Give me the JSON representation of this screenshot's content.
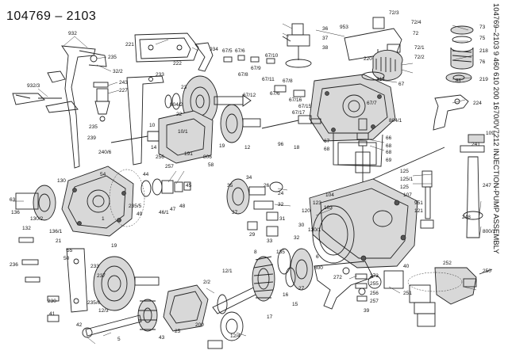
{
  "header": {
    "title": "104769 – 2103",
    "side_title": "104769–2103  9 460 610 200  1670/0V7212  INJECTION-PUMP ASSEMBLY"
  },
  "callouts": [
    {
      "id": "c1",
      "t": "932"
    },
    {
      "id": "c2",
      "t": "221"
    },
    {
      "id": "c3",
      "t": "222"
    },
    {
      "id": "c4",
      "t": "934"
    },
    {
      "id": "c5",
      "t": "235"
    },
    {
      "id": "c6",
      "t": "32/2"
    },
    {
      "id": "c7",
      "t": "932/3"
    },
    {
      "id": "c8",
      "t": "243"
    },
    {
      "id": "c9",
      "t": "227"
    },
    {
      "id": "c10",
      "t": "23"
    },
    {
      "id": "c11",
      "t": "22"
    },
    {
      "id": "c12",
      "t": "233"
    },
    {
      "id": "c13",
      "t": "804/2"
    },
    {
      "id": "c14",
      "t": "67/5"
    },
    {
      "id": "c15",
      "t": "67/6"
    },
    {
      "id": "c16",
      "t": "67/8"
    },
    {
      "id": "c17",
      "t": "67/9"
    },
    {
      "id": "c18",
      "t": "67/12"
    },
    {
      "id": "c19",
      "t": "67/11"
    },
    {
      "id": "c20",
      "t": "67/10"
    },
    {
      "id": "c21",
      "t": "67/8"
    },
    {
      "id": "c22",
      "t": "36"
    },
    {
      "id": "c23",
      "t": "37"
    },
    {
      "id": "c24",
      "t": "38"
    },
    {
      "id": "c25",
      "t": "953"
    },
    {
      "id": "c26",
      "t": "72/3"
    },
    {
      "id": "c27",
      "t": "72/4"
    },
    {
      "id": "c28",
      "t": "72"
    },
    {
      "id": "c29",
      "t": "72/1"
    },
    {
      "id": "c30",
      "t": "72/2"
    },
    {
      "id": "c31",
      "t": "220"
    },
    {
      "id": "c32",
      "t": "214"
    },
    {
      "id": "c33",
      "t": "73"
    },
    {
      "id": "c34",
      "t": "75"
    },
    {
      "id": "c35",
      "t": "218"
    },
    {
      "id": "c36",
      "t": "76"
    },
    {
      "id": "c37",
      "t": "219"
    },
    {
      "id": "c38",
      "t": "67"
    },
    {
      "id": "c39",
      "t": "81"
    },
    {
      "id": "c40",
      "t": "224"
    },
    {
      "id": "c41",
      "t": "67/16"
    },
    {
      "id": "c42",
      "t": "67/6"
    },
    {
      "id": "c43",
      "t": "67/15"
    },
    {
      "id": "c44",
      "t": "67/17"
    },
    {
      "id": "c45",
      "t": "67/7"
    },
    {
      "id": "c46",
      "t": "804/1"
    },
    {
      "id": "c47",
      "t": "66"
    },
    {
      "id": "c48",
      "t": "68"
    },
    {
      "id": "c49",
      "t": "68"
    },
    {
      "id": "c50",
      "t": "69"
    },
    {
      "id": "c51",
      "t": "10"
    },
    {
      "id": "c52",
      "t": "14"
    },
    {
      "id": "c53",
      "t": "806"
    },
    {
      "id": "c54",
      "t": "10/1"
    },
    {
      "id": "c55",
      "t": "19"
    },
    {
      "id": "c56",
      "t": "12"
    },
    {
      "id": "c57",
      "t": "96"
    },
    {
      "id": "c58",
      "t": "18"
    },
    {
      "id": "c59",
      "t": "67"
    },
    {
      "id": "c60",
      "t": "68"
    },
    {
      "id": "c61",
      "t": "235"
    },
    {
      "id": "c62",
      "t": "239"
    },
    {
      "id": "c63",
      "t": "240/6"
    },
    {
      "id": "c64",
      "t": "256"
    },
    {
      "id": "c65",
      "t": "257"
    },
    {
      "id": "c66",
      "t": "191"
    },
    {
      "id": "c67",
      "t": "44"
    },
    {
      "id": "c68",
      "t": "49"
    },
    {
      "id": "c69",
      "t": "46/1"
    },
    {
      "id": "c70",
      "t": "47"
    },
    {
      "id": "c71",
      "t": "48"
    },
    {
      "id": "c72",
      "t": "45"
    },
    {
      "id": "c73",
      "t": "58"
    },
    {
      "id": "c74",
      "t": "35"
    },
    {
      "id": "c75",
      "t": "34"
    },
    {
      "id": "c76",
      "t": "26"
    },
    {
      "id": "c77",
      "t": "24"
    },
    {
      "id": "c78",
      "t": "32"
    },
    {
      "id": "c79",
      "t": "37"
    },
    {
      "id": "c80",
      "t": "31"
    },
    {
      "id": "c81",
      "t": "33"
    },
    {
      "id": "c82",
      "t": "29"
    },
    {
      "id": "c83",
      "t": "30"
    },
    {
      "id": "c84",
      "t": "32"
    },
    {
      "id": "c85",
      "t": "8"
    },
    {
      "id": "c86",
      "t": "135"
    },
    {
      "id": "c87",
      "t": "125"
    },
    {
      "id": "c88",
      "t": "125/1"
    },
    {
      "id": "c89",
      "t": "125"
    },
    {
      "id": "c90",
      "t": "107"
    },
    {
      "id": "c91",
      "t": "109"
    },
    {
      "id": "c92",
      "t": "241"
    },
    {
      "id": "c93",
      "t": "247"
    },
    {
      "id": "c94",
      "t": "248"
    },
    {
      "id": "c95",
      "t": "800/1"
    },
    {
      "id": "c96",
      "t": "951"
    },
    {
      "id": "c97",
      "t": "121"
    },
    {
      "id": "c98",
      "t": "104"
    },
    {
      "id": "c99",
      "t": "123"
    },
    {
      "id": "c100",
      "t": "120"
    },
    {
      "id": "c101",
      "t": "103"
    },
    {
      "id": "c102",
      "t": "130/1"
    },
    {
      "id": "c103",
      "t": "63"
    },
    {
      "id": "c104",
      "t": "130"
    },
    {
      "id": "c105",
      "t": "130/2"
    },
    {
      "id": "c106",
      "t": "136"
    },
    {
      "id": "c107",
      "t": "132"
    },
    {
      "id": "c108",
      "t": "136/1"
    },
    {
      "id": "c109",
      "t": "21"
    },
    {
      "id": "c110",
      "t": "19"
    },
    {
      "id": "c111",
      "t": "54"
    },
    {
      "id": "c112",
      "t": "55"
    },
    {
      "id": "c113",
      "t": "50"
    },
    {
      "id": "c114",
      "t": "1"
    },
    {
      "id": "c115",
      "t": "235/5"
    },
    {
      "id": "c116",
      "t": "233"
    },
    {
      "id": "c117",
      "t": "237"
    },
    {
      "id": "c118",
      "t": "236"
    },
    {
      "id": "c119",
      "t": "230"
    },
    {
      "id": "c120",
      "t": "235/6"
    },
    {
      "id": "c121",
      "t": "12/3"
    },
    {
      "id": "c122",
      "t": "2/2"
    },
    {
      "id": "c123",
      "t": "12/1"
    },
    {
      "id": "c124",
      "t": "12/4"
    },
    {
      "id": "c125",
      "t": "17"
    },
    {
      "id": "c126",
      "t": "16"
    },
    {
      "id": "c127",
      "t": "15"
    },
    {
      "id": "c128",
      "t": "27"
    },
    {
      "id": "c129",
      "t": "25"
    },
    {
      "id": "c130",
      "t": "200"
    },
    {
      "id": "c131",
      "t": "43"
    },
    {
      "id": "c132",
      "t": "42"
    },
    {
      "id": "c133",
      "t": "41"
    },
    {
      "id": "c134",
      "t": "5"
    },
    {
      "id": "c135",
      "t": "6"
    },
    {
      "id": "c136",
      "t": "800"
    },
    {
      "id": "c137",
      "t": "272"
    },
    {
      "id": "c138",
      "t": "273"
    },
    {
      "id": "c139",
      "t": "255"
    },
    {
      "id": "c140",
      "t": "256"
    },
    {
      "id": "c141",
      "t": "257"
    },
    {
      "id": "c142",
      "t": "39"
    },
    {
      "id": "c143",
      "t": "40"
    },
    {
      "id": "c144",
      "t": "251"
    },
    {
      "id": "c145",
      "t": "252"
    },
    {
      "id": "c146",
      "t": "250"
    }
  ]
}
